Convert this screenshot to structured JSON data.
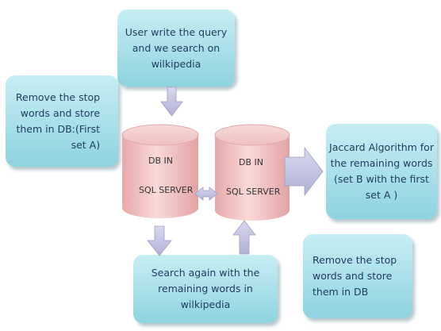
{
  "boxes": {
    "query": "User write the query\nand we search on\nwilkipedia",
    "remove_first": "Remove the stop\nwords and store\nthem in DB:(First\nset A)",
    "jaccard": "Jaccard Algorithm for\nthe remaining words\n(set B with the first\nset A )",
    "remove_second": "Remove the stop\nwords and store\nthem in  DB",
    "search_again": "Search again with the\nremaining words in\nwilkipedia"
  },
  "databases": [
    {
      "line1": "DB IN",
      "line2": "SQL SERVER"
    },
    {
      "line1": "DB IN",
      "line2": "SQL SERVER"
    }
  ],
  "colors": {
    "box_fill": "#a8dfe9",
    "cylinder_fill": "#f4c7c7",
    "arrow_fill": "#c5c5e3",
    "text": "#1f3a5f"
  }
}
